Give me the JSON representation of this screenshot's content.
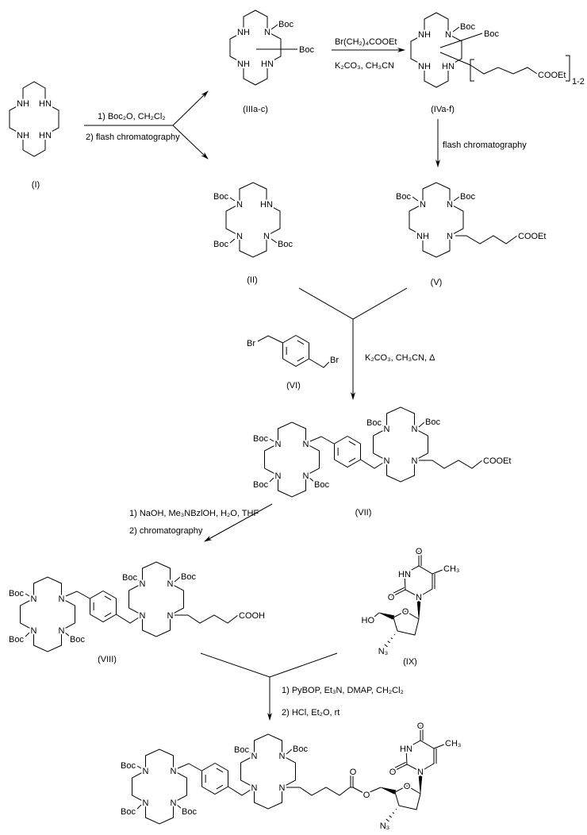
{
  "atoms": {
    "N": "N",
    "NH": "NH",
    "HN": "HN",
    "Boc": "Boc",
    "O": "O",
    "HO": "HO",
    "Br": "Br",
    "N3": "N₃",
    "CH3": "CH₃",
    "COOEt": "COOEt",
    "COOH": "COOH",
    "repeat": "1-2"
  },
  "compounds": {
    "I": "(I)",
    "II": "(II)",
    "IIIac": "(IIIa-c)",
    "IVaf": "(IVa-f)",
    "V": "(V)",
    "VI": "(VI)",
    "VII": "(VII)",
    "VIII": "(VIII)",
    "IX": "(IX)"
  },
  "steps": {
    "boc_protection": {
      "line1": "1) Boc₂O, CH₂Cl₂",
      "line2": "2) flash chromatography"
    },
    "alkylation": {
      "line1": "Br(CH₂)₄COOEt",
      "line2": "K₂CO₃, CH₃CN"
    },
    "separation": {
      "line1": "flash chromatography"
    },
    "coupling": {
      "line1": "K₂CO₃, CH₃CN, Δ"
    },
    "hydrolysis": {
      "line1": "1)  NaOH, Me₃NBzlOH, H₂O, THF",
      "line2": "2)  chromatography"
    },
    "conjugation": {
      "line1": "1)  PyBOP, Et₃N, DMAP, CH₂Cl₂",
      "line2": "2)  HCl, Et₂O, rt"
    }
  }
}
